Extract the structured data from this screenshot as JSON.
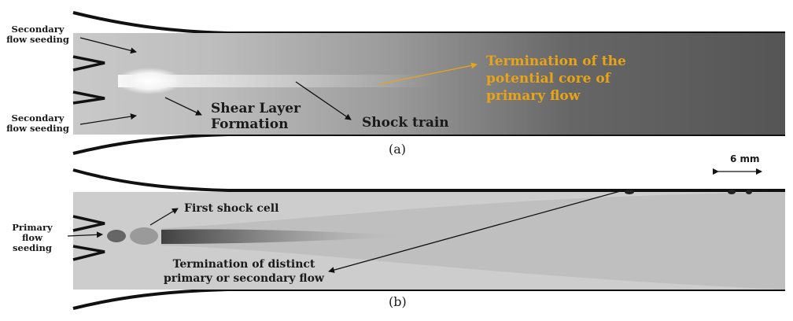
{
  "panel_a": {
    "labels": {
      "secondary_seeding_top": "Secondary\nflow seeding",
      "secondary_seeding_bottom": "Secondary\nflow seeding",
      "shear_layer": "Shear Layer\nFormation",
      "shock_train": "Shock train",
      "potential_core": "Termination of the\npotential core of\nprimary flow"
    },
    "caption": "(a)"
  },
  "panel_b": {
    "labels": {
      "primary_seeding": "Primary\nflow\nseeding",
      "first_shock_cell": "First shock cell",
      "termination_distinct": "Termination of distinct\nprimary or secondary flow"
    },
    "caption": "(b)"
  },
  "scale_bar": {
    "label": "6 mm"
  },
  "colors": {
    "annotation_gold": "#e8a417",
    "text": "#1a1a1a"
  }
}
